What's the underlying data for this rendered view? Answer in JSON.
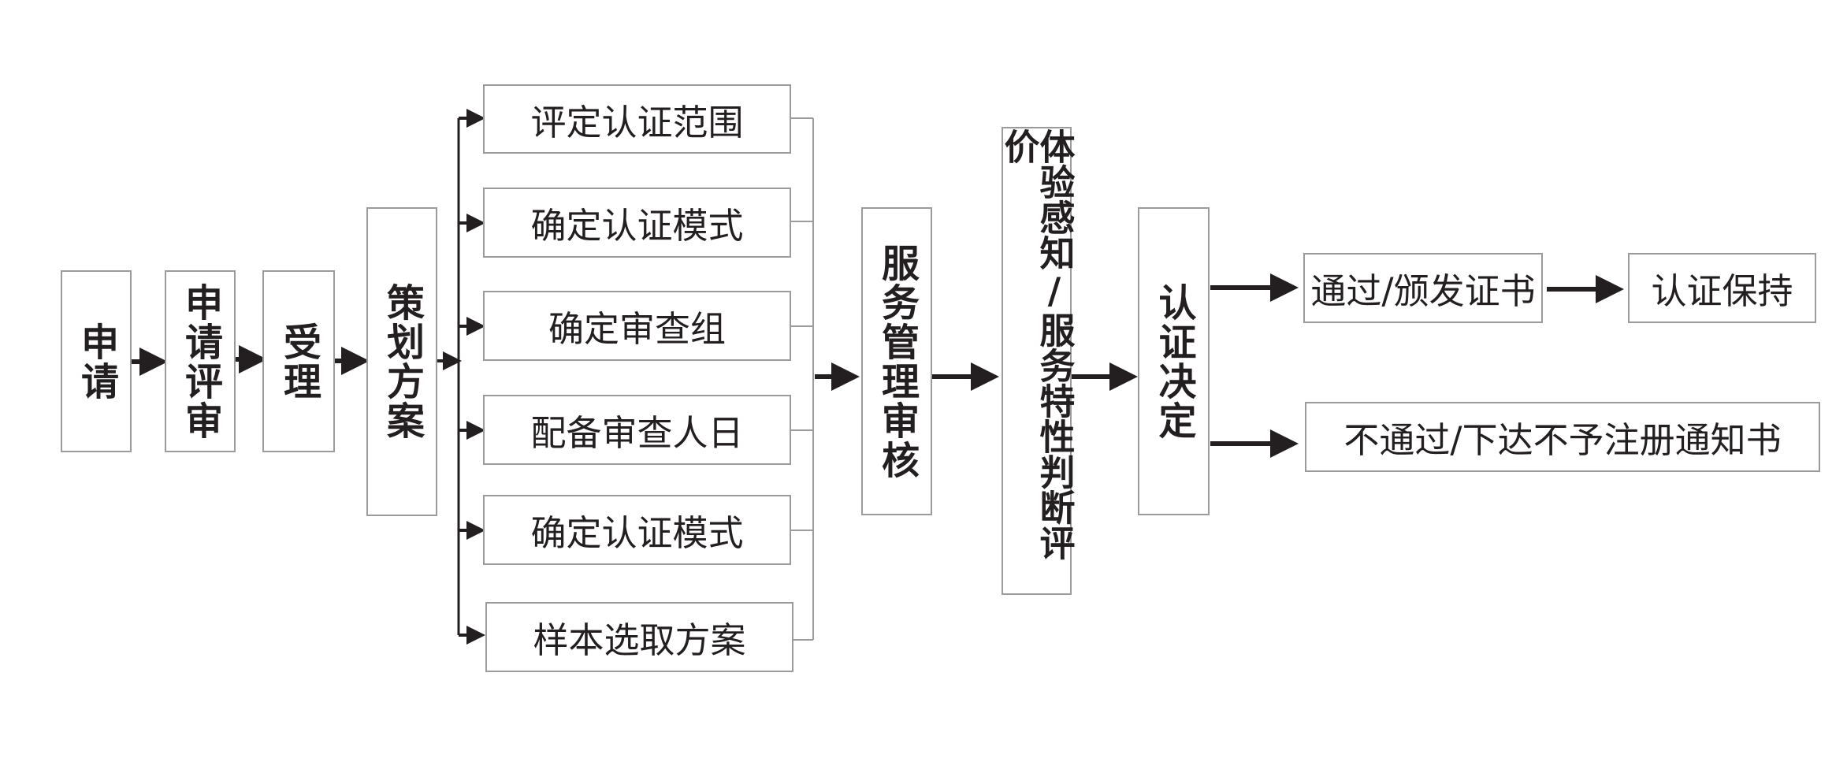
{
  "diagram": {
    "steps": {
      "apply": "申请",
      "app_review": "申请评审",
      "accept": "受理",
      "plan": "策划方案"
    },
    "plan_items": [
      "评定认证范围",
      "确定认证模式",
      "确定审查组",
      "配备审查人日",
      "确定认证模式",
      "样本选取方案"
    ],
    "service_review": "服务管理审核",
    "experience_eval": "体验感知/服务特性判断评价",
    "decision": "认证决定",
    "outcomes": {
      "pass": "通过/颁发证书",
      "maintain": "认证保持",
      "fail": "不通过/下达不予注册通知书"
    },
    "colors": {
      "line": "#231f20",
      "border": "#9b9b9b"
    }
  }
}
